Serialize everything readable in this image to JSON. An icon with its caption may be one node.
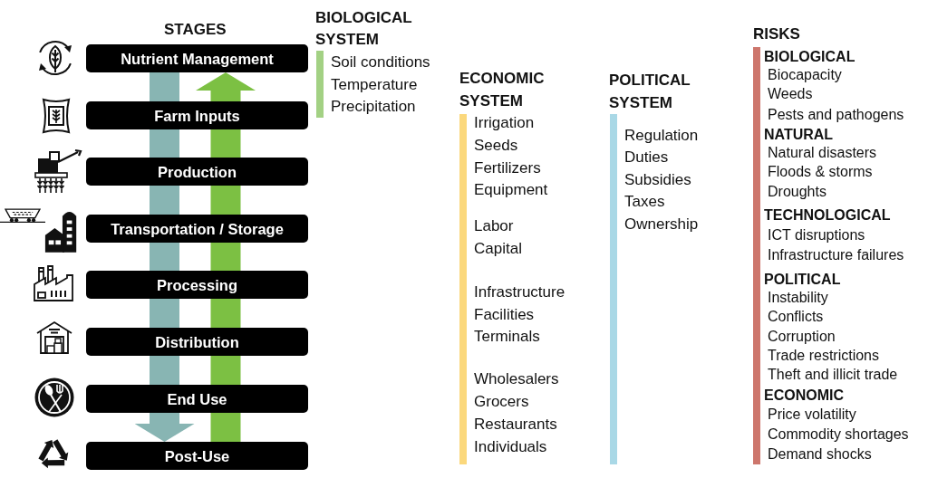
{
  "diagram": {
    "nodes": [
      {
        "text": [
          "Nutrient Management"
        ]
      },
      {
        "text": [
          "Farm Inputs"
        ]
      },
      {
        "text": [
          "Production"
        ]
      },
      {
        "text": [
          "Transportation / Storage"
        ]
      },
      {
        "text": [
          "Processing"
        ]
      },
      {
        "text": [
          "Distribution"
        ]
      },
      {
        "text": [
          "End Use"
        ]
      },
      {
        "text": [
          "Post-Use"
        ]
      },
      {
        "text": [
          "BIOLOGICAL SYSTEM",
          "Soil conditions",
          "Temperature",
          "Precipitation"
        ]
      },
      {
        "text": [
          "ECONOMIC SYSTEM",
          "Irrigation",
          "Seeds",
          "Fertilizers",
          "Equipment",
          "Labor",
          "Capital",
          "Infrastructure",
          "Facilities",
          "Terminals",
          "Wholesalers",
          "Grocers",
          "Restaurants",
          "Individuals"
        ]
      },
      {
        "text": [
          "POLITICAL SYSTEM",
          "Regulation",
          "Duties",
          "Subsidies",
          "Taxes",
          "Ownership"
        ]
      },
      {
        "text": [
          "RISKS",
          "BIOLOGICAL",
          "Biocapacity",
          "Weeds",
          "Pests and pathogens",
          "NATURAL",
          "Natural disasters",
          "Floods & storms",
          "Droughts",
          "TECHNOLOGICAL",
          "ICT disruptions",
          "Infrastructure failures",
          "POLITICAL",
          "Instability",
          "Conflicts",
          "Corruption",
          "Trade restrictions",
          "Theft and illicit trade",
          "ECONOMIC",
          "Price volatility",
          "Commodity shortages",
          "Demand shocks"
        ]
      }
    ],
    "edges": [
      {
        "from": 0,
        "to": 1,
        "arrow": "none",
        "color": "#88b5b3"
      },
      {
        "from": 1,
        "to": 2,
        "arrow": "none",
        "color": "#88b5b3"
      },
      {
        "from": 2,
        "to": 3,
        "arrow": "none",
        "color": "#88b5b3"
      },
      {
        "from": 3,
        "to": 4,
        "arrow": "none",
        "color": "#88b5b3"
      },
      {
        "from": 4,
        "to": 5,
        "arrow": "none",
        "color": "#88b5b3"
      },
      {
        "from": 5,
        "to": 6,
        "arrow": "none",
        "color": "#88b5b3"
      },
      {
        "from": 6,
        "to": 7,
        "arrow": "to",
        "color": "#88b5b3"
      },
      {
        "from": 7,
        "to": 6,
        "arrow": "none",
        "color": "#7cc043"
      },
      {
        "from": 6,
        "to": 5,
        "arrow": "none",
        "color": "#7cc043"
      },
      {
        "from": 5,
        "to": 4,
        "arrow": "none",
        "color": "#7cc043"
      },
      {
        "from": 4,
        "to": 3,
        "arrow": "none",
        "color": "#7cc043"
      },
      {
        "from": 3,
        "to": 2,
        "arrow": "none",
        "color": "#7cc043"
      },
      {
        "from": 2,
        "to": 1,
        "arrow": "none",
        "color": "#7cc043"
      },
      {
        "from": 1,
        "to": 0,
        "arrow": "to",
        "color": "#7cc043"
      }
    ],
    "labels": [
      "STAGES"
    ]
  }
}
